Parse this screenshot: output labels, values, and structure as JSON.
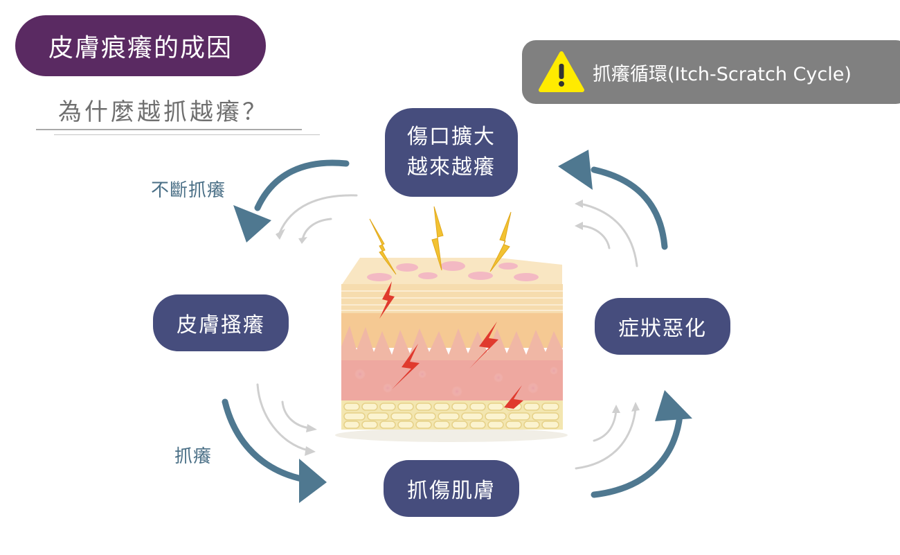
{
  "title": "皮膚痕癢的成因",
  "subtitle": "為什麼越抓越癢？",
  "cycle_banner": {
    "icon": "warning-icon",
    "text": "抓癢循環(Itch-Scratch Cycle)"
  },
  "nodes": {
    "top_line1": "傷口擴大",
    "top_line2": "越來越癢",
    "left": "皮膚搔癢",
    "right": "症狀惡化",
    "bottom": "抓傷肌膚"
  },
  "arrow_labels": {
    "top_left": "不斷抓癢",
    "bottom_left": "抓癢"
  },
  "colors": {
    "title_bg": "#5a2a62",
    "node_bg": "#464d7d",
    "arrow": "#4f7890",
    "banner_bg": "#808080",
    "warning_yellow": "#ffeb00"
  }
}
